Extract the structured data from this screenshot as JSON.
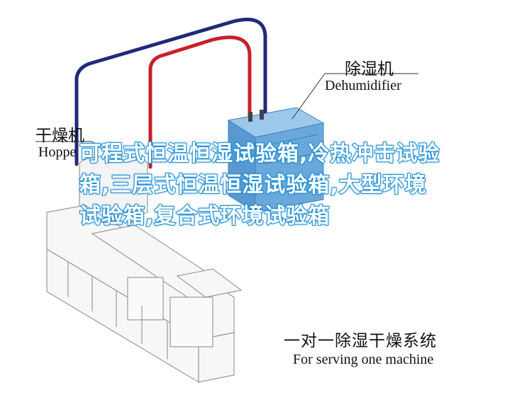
{
  "labels": {
    "dehumidifier_cn": "除湿机",
    "dehumidifier_en": "Dehumidifier",
    "hopper_cn": "干燥机",
    "hopper_en": "Hoppe",
    "caption_cn": "一对一除湿干燥系统",
    "caption_en": "For serving one machine"
  },
  "overlay_text": "可程式恒温恒湿试验箱,冷热冲击试验箱,三层式恒温恒湿试验箱,大型环境试验箱,复合式环境试验箱",
  "colors": {
    "pipe_red": "#c8202a",
    "pipe_blue": "#1f2a7a",
    "dehumidifier_body": "#6aa8dc",
    "machine_outline": "#9a9a9a",
    "overlay_stroke": "#1f8fd6"
  }
}
